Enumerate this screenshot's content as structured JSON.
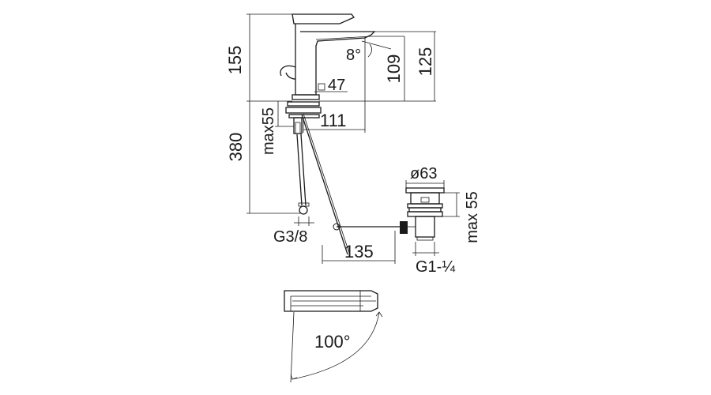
{
  "dimensions": {
    "faucet_height": "155",
    "spout_angle": "8°",
    "spout_height": "109",
    "outlet_height": "125",
    "base_size": "47",
    "max_deck": "max55",
    "spout_reach": "111",
    "hose_length": "380",
    "inlet_thread": "G3/8",
    "waste_diameter": "ø63",
    "waste_max": "max 55",
    "rod_length": "135",
    "waste_thread": "G1-¼",
    "swivel_angle": "100°"
  }
}
